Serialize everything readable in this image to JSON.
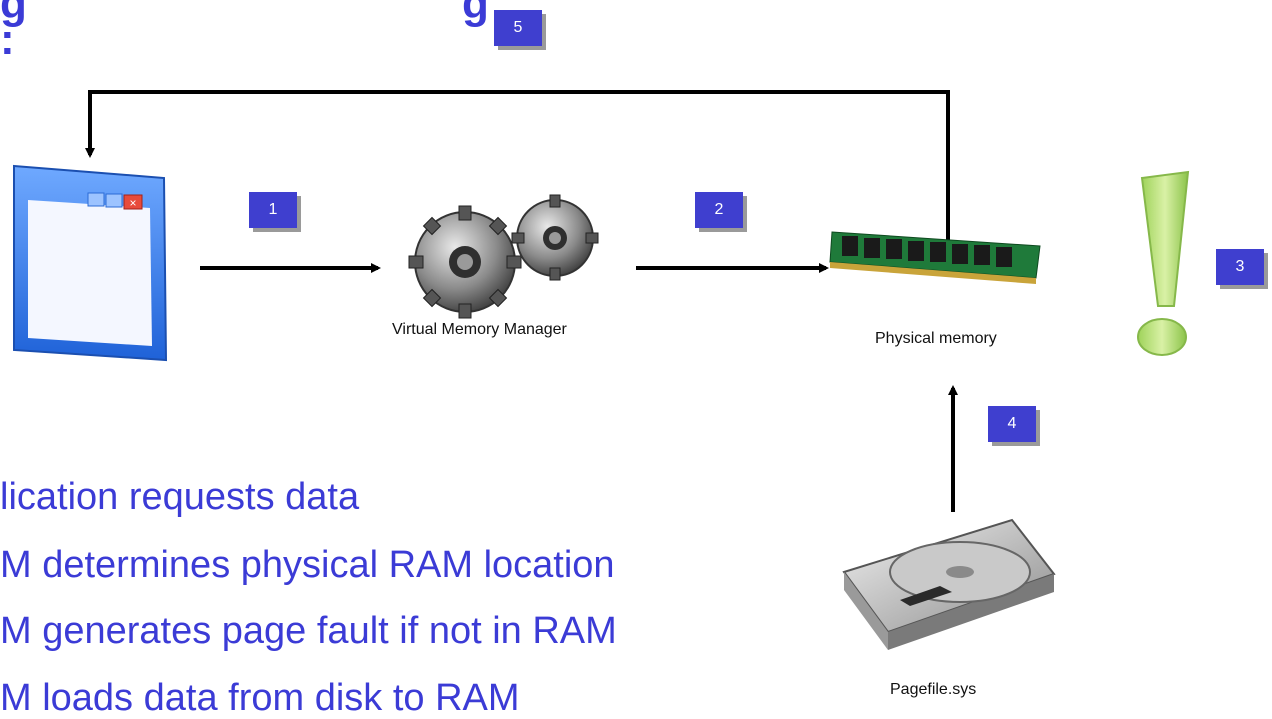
{
  "title": {
    "line1_visible": "g",
    "line1_tail": "g",
    "line2_visible": ":"
  },
  "badges": [
    "1",
    "2",
    "3",
    "4",
    "5"
  ],
  "captions": {
    "vmm": "Virtual Memory Manager",
    "physical": "Physical memory",
    "pagefile": "Pagefile.sys"
  },
  "bullets": [
    "lication requests data",
    "M determines physical RAM location",
    "M generates page fault if not in RAM",
    "M loads data from disk to RAM"
  ],
  "icons": {
    "app": "application-window-icon",
    "vmm": "gears-icon",
    "ram": "ram-module-icon",
    "alert": "exclamation-icon",
    "disk": "hard-drive-icon"
  },
  "colors": {
    "accent": "#3b3bd6",
    "badge": "#3f3fcf",
    "arrow": "#000000",
    "exclamation": "#b7e07a"
  }
}
